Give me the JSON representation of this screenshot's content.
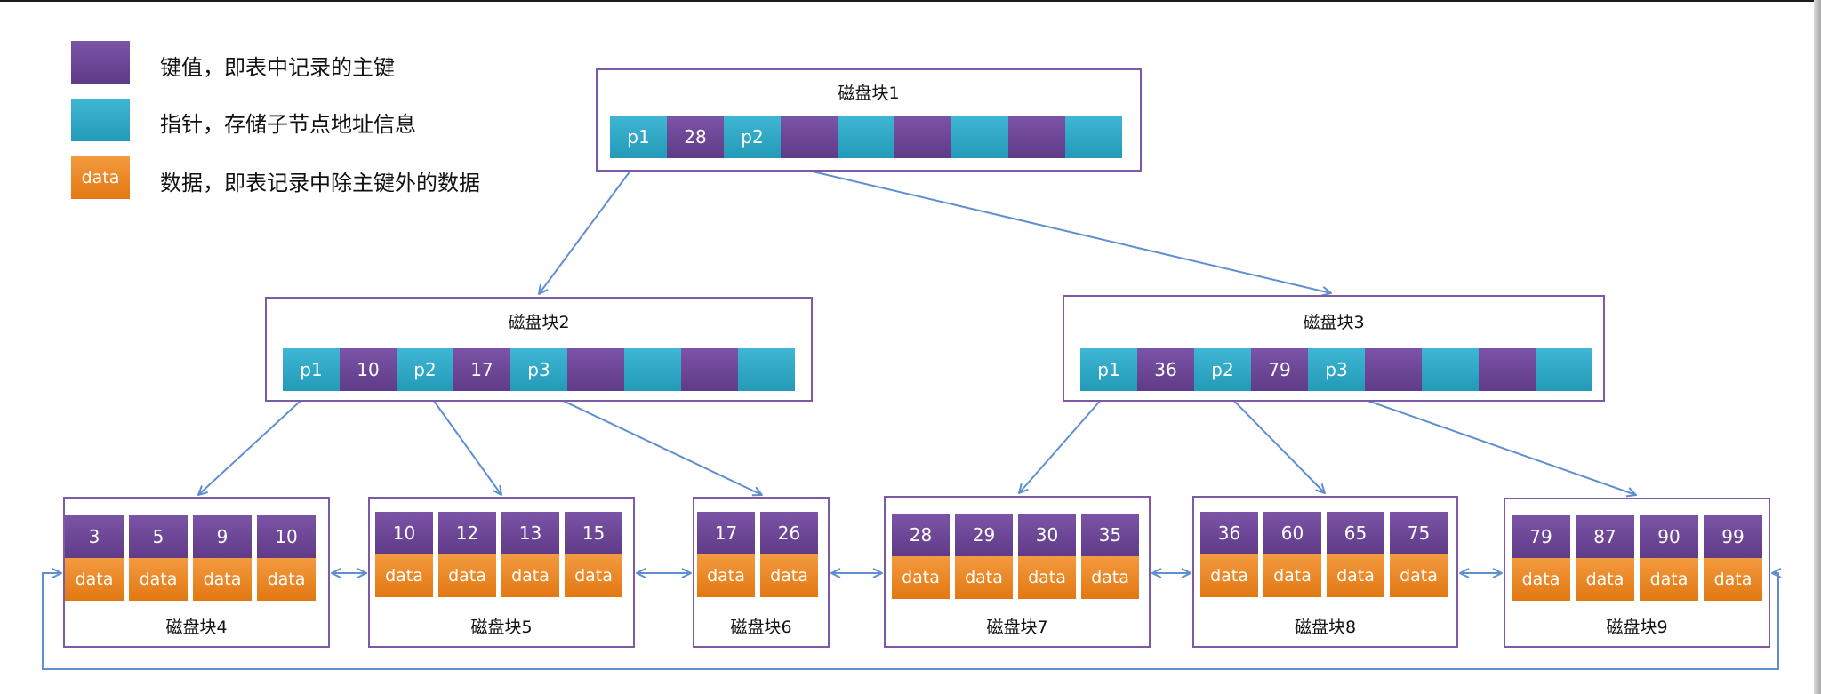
{
  "legend": [
    {
      "kind": "key",
      "label": "",
      "text": "键值，即表中记录的主键"
    },
    {
      "kind": "ptr",
      "label": "",
      "text": "指针，存储子节点地址信息"
    },
    {
      "kind": "dat",
      "label": "data",
      "text": "数据，即表记录中除主键外的数据"
    }
  ],
  "blocks": [
    {
      "id": "block1",
      "title": "磁盘块1",
      "cells": [
        "p1",
        "28",
        "p2",
        "",
        "",
        "",
        "",
        "",
        ""
      ]
    },
    {
      "id": "block2",
      "title": "磁盘块2",
      "cells": [
        "p1",
        "10",
        "p2",
        "17",
        "p3",
        "",
        "",
        "",
        ""
      ]
    },
    {
      "id": "block3",
      "title": "磁盘块3",
      "cells": [
        "p1",
        "36",
        "p2",
        "79",
        "p3",
        "",
        "",
        "",
        ""
      ]
    },
    {
      "id": "block4",
      "title": "磁盘块4",
      "keys": [
        "3",
        "5",
        "9",
        "10"
      ],
      "data_label": "data"
    },
    {
      "id": "block5",
      "title": "磁盘块5",
      "keys": [
        "10",
        "12",
        "13",
        "15"
      ],
      "data_label": "data"
    },
    {
      "id": "block6",
      "title": "磁盘块6",
      "keys": [
        "17",
        "26"
      ],
      "data_label": "data"
    },
    {
      "id": "block7",
      "title": "磁盘块7",
      "keys": [
        "28",
        "29",
        "30",
        "35"
      ],
      "data_label": "data"
    },
    {
      "id": "block8",
      "title": "磁盘块8",
      "keys": [
        "36",
        "60",
        "65",
        "75"
      ],
      "data_label": "data"
    },
    {
      "id": "block9",
      "title": "磁盘块9",
      "keys": [
        "79",
        "87",
        "90",
        "99"
      ],
      "data_label": "data"
    }
  ],
  "colors": {
    "key": "#6a4694",
    "pointer": "#2fa9c6",
    "data": "#ee8a25",
    "border": "#7d5aa6",
    "arrow": "#5f8fd0"
  }
}
